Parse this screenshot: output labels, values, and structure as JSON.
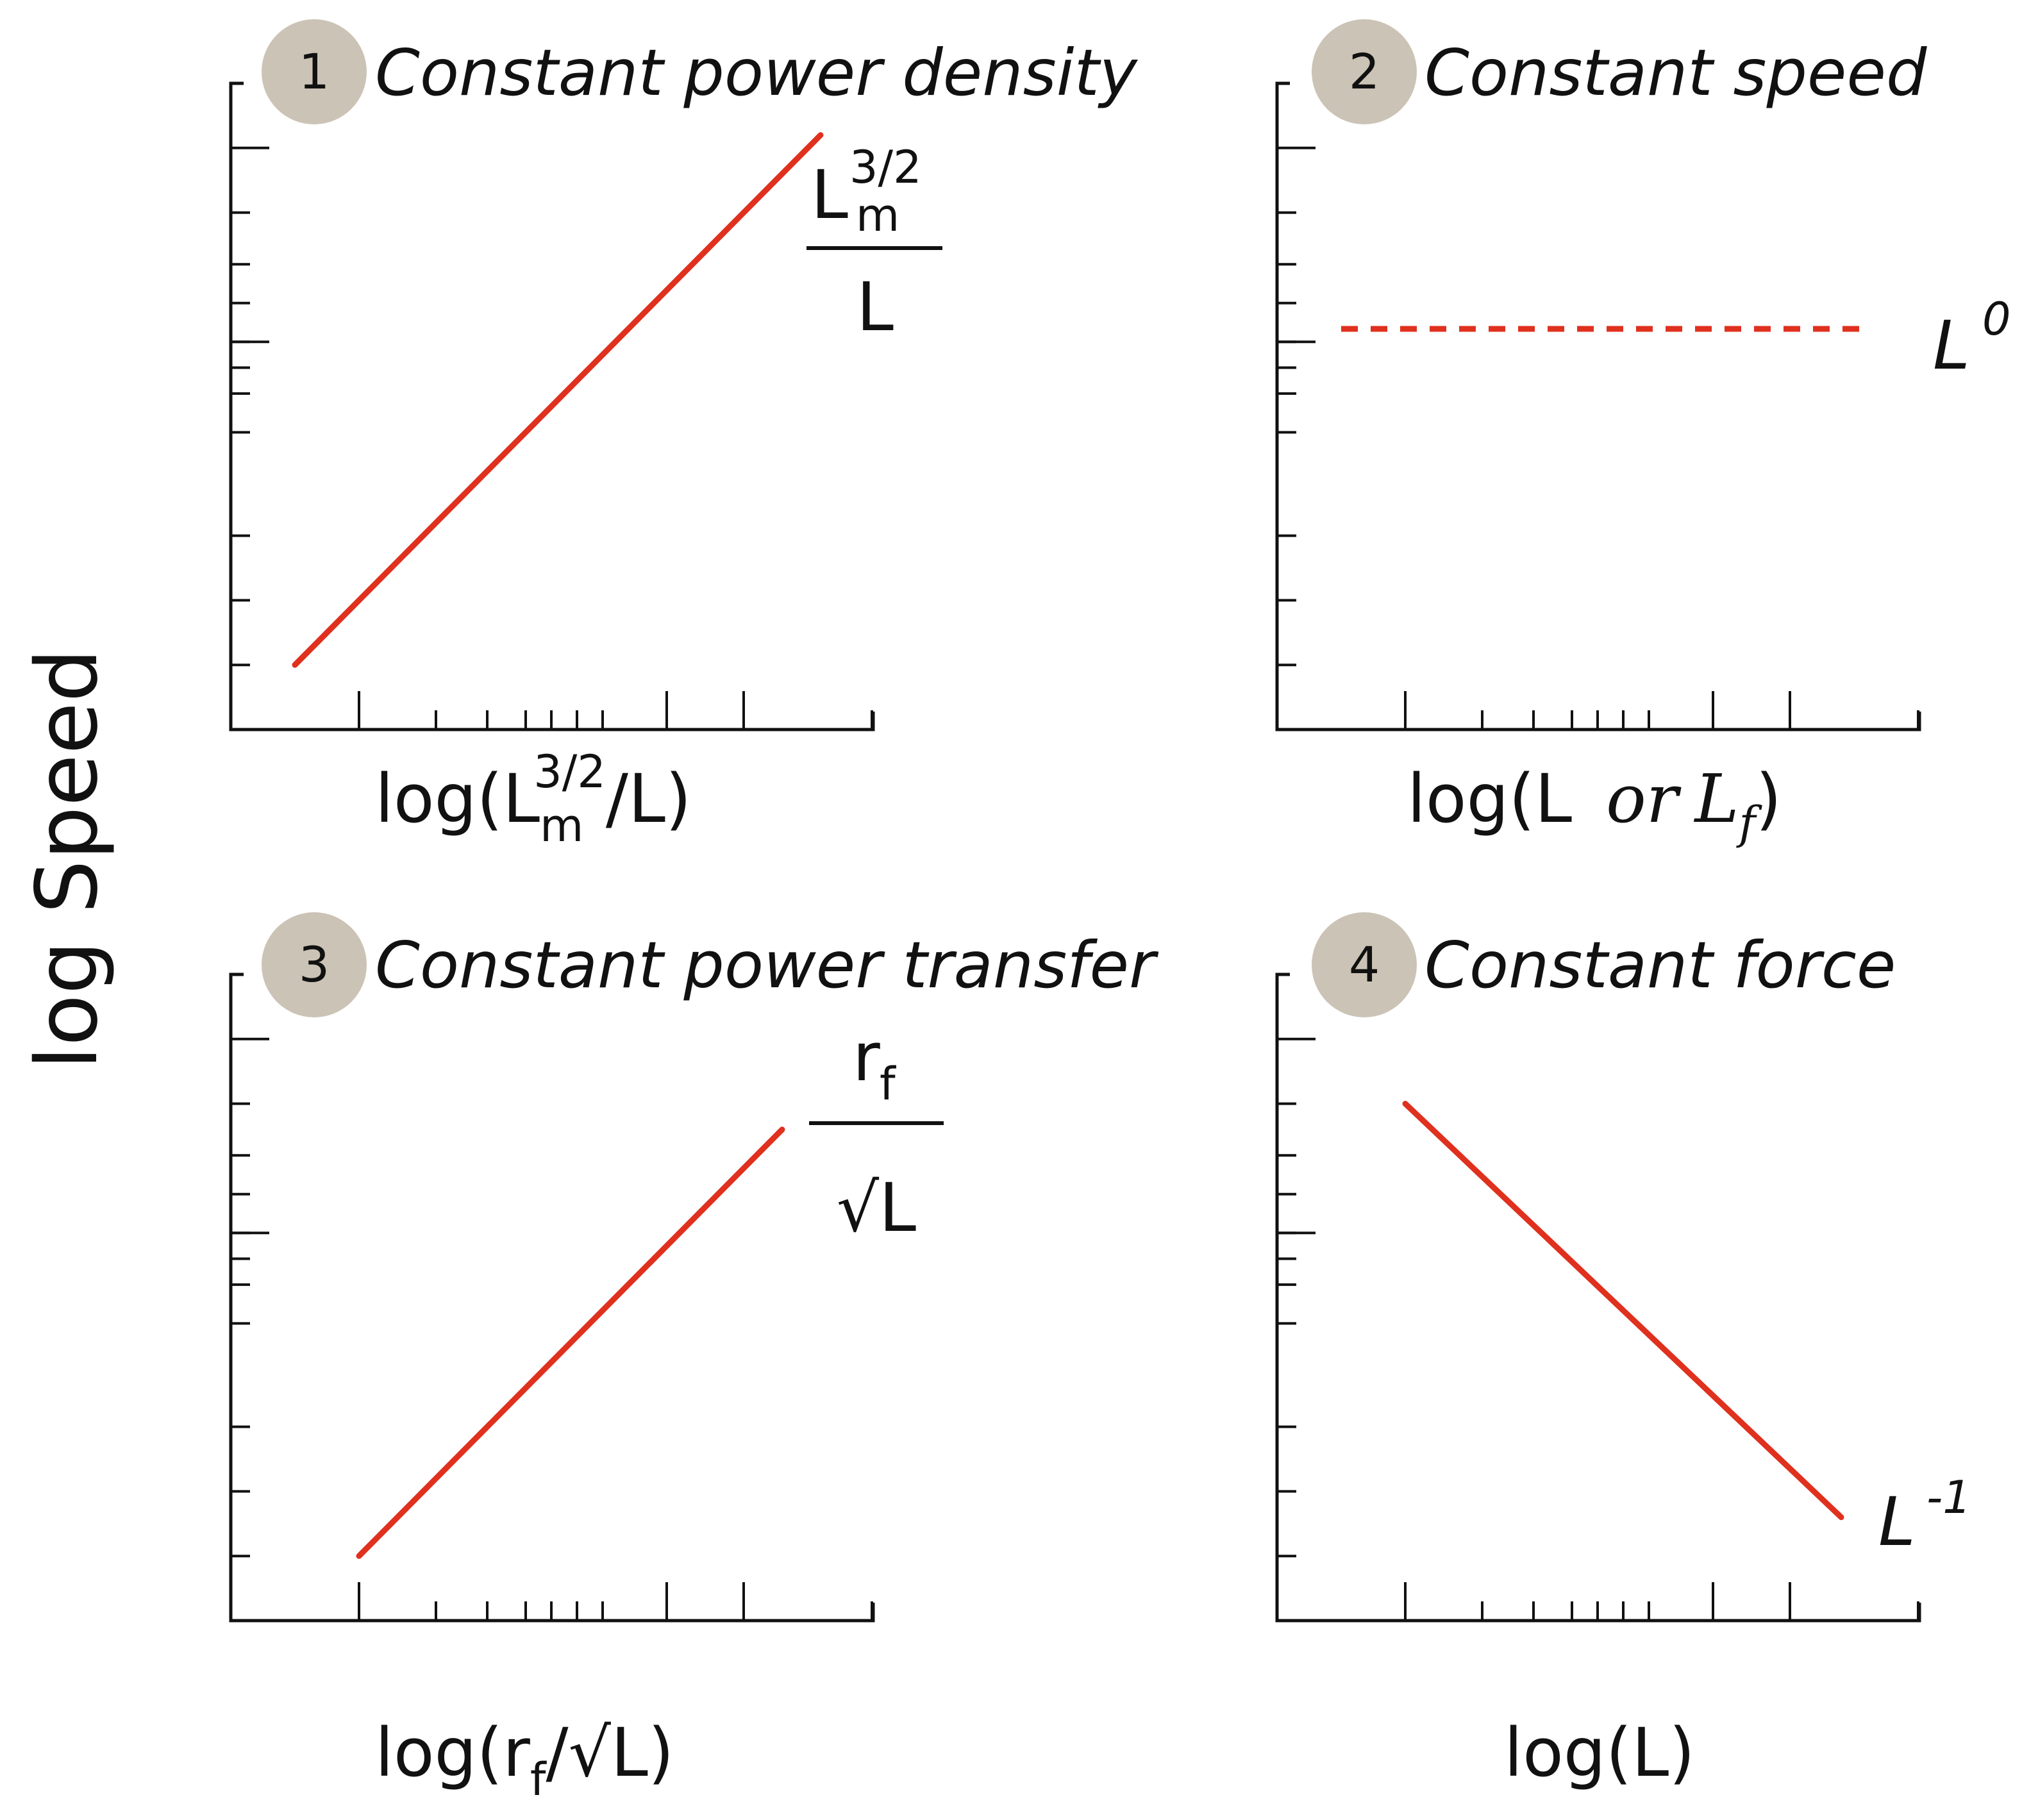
{
  "figure": {
    "ylabel": "log Speed"
  },
  "chart_data": [
    {
      "type": "line",
      "number": "1",
      "title": "Constant power density",
      "xlabel": {
        "prefix": "log(L",
        "sub": "m",
        "sup": "3/2",
        "suffix": "/L)"
      },
      "annotation": {
        "numerator_base": "L",
        "numerator_sub": "m",
        "numerator_sup": "3/2",
        "denominator": "L"
      },
      "x": [
        0.5,
        4.6
      ],
      "y": [
        0.5,
        4.6
      ],
      "slope": 1,
      "style": "solid",
      "color": "#e0301e"
    },
    {
      "type": "line",
      "number": "2",
      "title": "Constant speed",
      "xlabel": {
        "prefix": "log(L ",
        "or": "or",
        "var": "L",
        "sub": "f",
        "suffix": ")"
      },
      "annotation": {
        "base": "L",
        "sup": "0"
      },
      "x": [
        0.5,
        4.6
      ],
      "y": [
        3.1,
        3.1
      ],
      "slope": 0,
      "style": "dashed",
      "color": "#e0301e"
    },
    {
      "type": "line",
      "number": "3",
      "title": "Constant power transfer",
      "xlabel": {
        "prefix": "log(r",
        "sub": "f",
        "mid": "/√L",
        "suffix": ")"
      },
      "annotation": {
        "numerator_base": "r",
        "numerator_sub": "f",
        "denominator": "√L"
      },
      "x": [
        1.0,
        4.3
      ],
      "y": [
        0.5,
        3.8
      ],
      "slope": 1,
      "style": "solid",
      "color": "#e0301e"
    },
    {
      "type": "line",
      "number": "4",
      "title": "Constant force",
      "xlabel": {
        "text": "log(L)"
      },
      "annotation": {
        "base": "L",
        "sup": "-1"
      },
      "x": [
        1.0,
        4.4
      ],
      "y": [
        4.0,
        0.8
      ],
      "slope": -1,
      "style": "solid",
      "color": "#e0301e"
    }
  ],
  "colors": {
    "line": "#e0301e",
    "badge": "#cbc3b5",
    "axis": "#111111"
  }
}
